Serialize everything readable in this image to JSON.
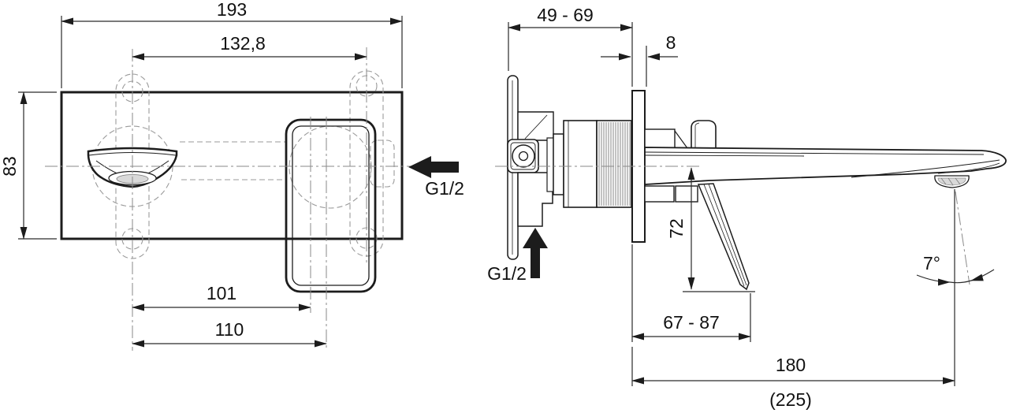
{
  "drawing": {
    "colors": {
      "line": "#1c1c1c",
      "hidden_line": "#9a9a9a",
      "centerline": "#8a8a8a",
      "dim_line": "#2a2a2a",
      "background": "#ffffff",
      "aerator_fill": "#d9d9d9"
    },
    "front_view": {
      "dims": {
        "overall_width": "193",
        "hole_spacing": "132,8",
        "overall_height": "83",
        "spout_to_handle_center": "101",
        "spout_to_handle_edge": "110",
        "inlet_thread": "G1/2"
      }
    },
    "side_view": {
      "dims": {
        "wall_depth_range": "49 - 69",
        "plate_thickness": "8",
        "lever_height": "72",
        "inlet_thread": "G1/2",
        "handle_projection_range": "67 - 87",
        "spout_reach": "180",
        "spout_reach_alt": "(225)",
        "spout_tilt": "7°"
      }
    }
  }
}
